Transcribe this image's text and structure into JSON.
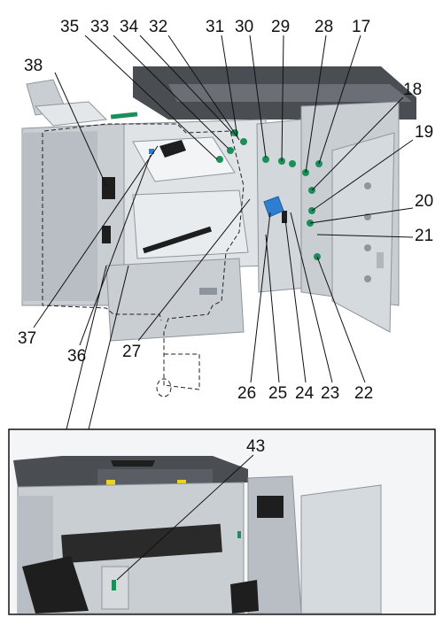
{
  "figure": {
    "callouts": [
      "35",
      "33",
      "34",
      "32",
      "31",
      "30",
      "29",
      "28",
      "17",
      "18",
      "19",
      "20",
      "21",
      "22",
      "23",
      "24",
      "25",
      "26",
      "27",
      "36",
      "37",
      "38",
      "43"
    ],
    "colors": {
      "body": "#c9ced3",
      "body_dark": "#8e959c",
      "cover": "#4a4d52",
      "panel": "#e4e7ea",
      "lever_green": "#1a8f5a",
      "knob_blue": "#2f7fd0",
      "yellow_label": "#f0d020",
      "black": "#1e1e1e"
    },
    "icons": [
      "leader-line",
      "dashed-outline",
      "green-lever-marker",
      "blue-knob"
    ]
  }
}
